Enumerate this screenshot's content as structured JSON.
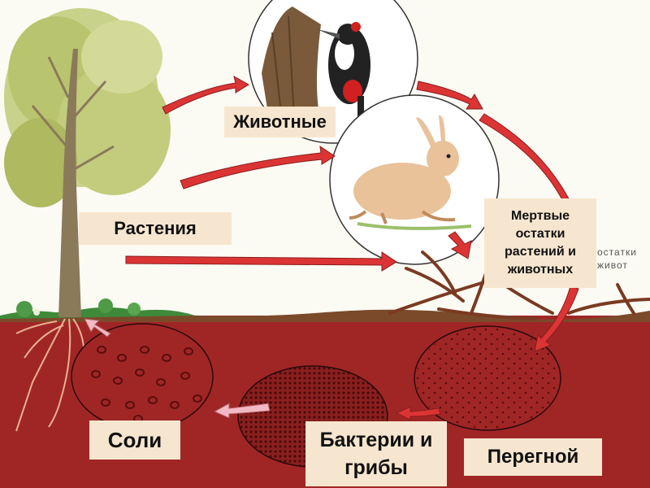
{
  "labels": {
    "animals": "Животные",
    "plants": "Растения",
    "dead_remains": "Мертвые остатки растений и животных",
    "salts": "Соли",
    "bacteria_fungi": "Бактерии и грибы",
    "humus": "Перегной"
  },
  "side_text": {
    "line1": "остатки",
    "line2": "живот"
  },
  "colors": {
    "soil": "#a02626",
    "arrow": "#dc3434",
    "arrow_outline": "#8a1c1c",
    "label_bg": "#f7e6cf",
    "grass": "#3f8a3a"
  },
  "icons": [
    "tree",
    "woodpecker",
    "hare",
    "dead-branches",
    "roots"
  ]
}
